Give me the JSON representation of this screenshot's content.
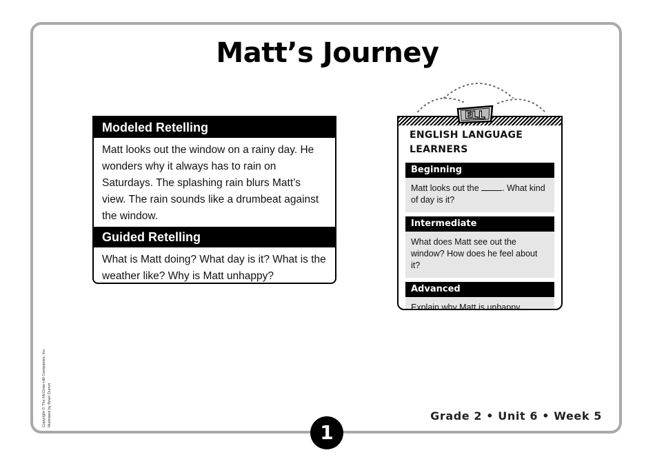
{
  "page": {
    "title": "Matt’s Journey",
    "footer": "Grade 2 • Unit 6 • Week 5",
    "page_number": "1",
    "copyright_line1": "Copyright © The McGraw-Hill Companies, Inc.",
    "copyright_line2": "Illustrated by Brian Dumm"
  },
  "modeled": {
    "heading": "Modeled Retelling",
    "text": "Matt looks out the window on a rainy day. He wonders why it always has to rain on Saturdays. The splashing rain blurs Matt’s view. The rain sounds like a drumbeat against the window."
  },
  "guided": {
    "heading": "Guided Retelling",
    "text": "What is Matt doing? What day is it? What is the weather like? Why is Matt unhappy?"
  },
  "ell": {
    "badge": "ELL",
    "title": "ENGLISH LANGUAGE LEARNERS",
    "beginning": {
      "label": "Beginning",
      "text_before": "Matt looks out the",
      "text_after": ". What kind of day is it?"
    },
    "intermediate": {
      "label": "Intermediate",
      "text": "What does Matt see out the window? How does he feel about it?"
    },
    "advanced": {
      "label": "Advanced",
      "text": "Explain why Matt is unhappy."
    }
  }
}
